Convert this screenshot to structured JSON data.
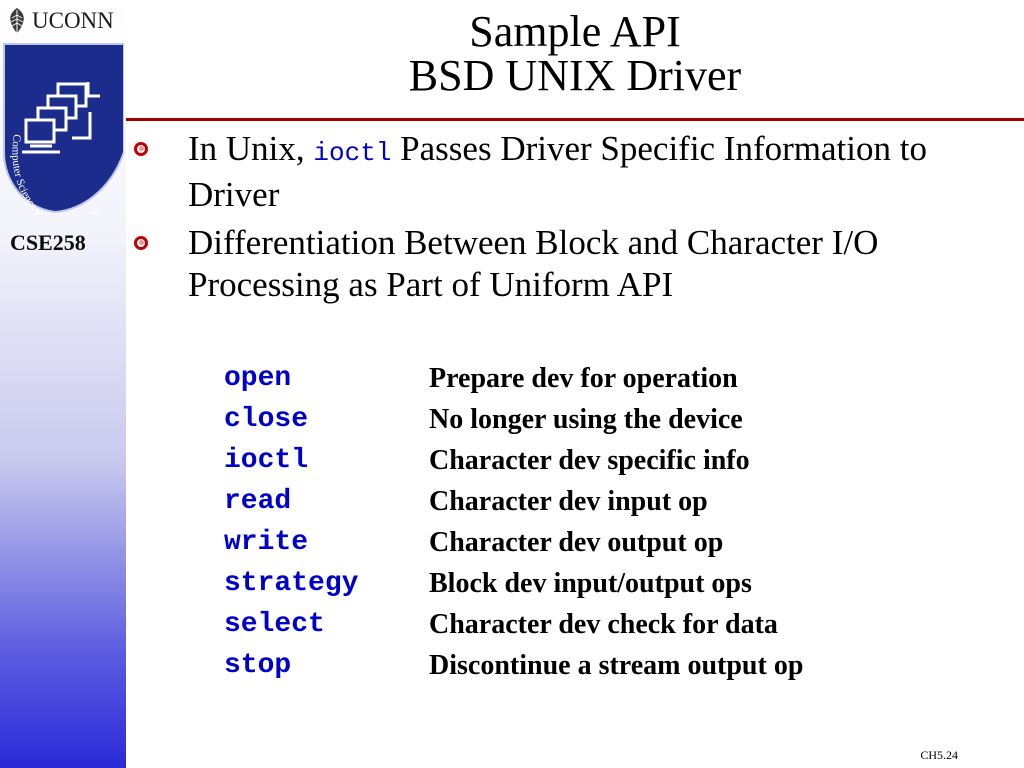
{
  "logo": {
    "text": "UCONN"
  },
  "seal": {
    "text": "Computer Science and Engineering"
  },
  "course": "CSE258",
  "title": {
    "line1": "Sample API",
    "line2": "BSD UNIX Driver"
  },
  "bullets": [
    {
      "pre": "In Unix, ",
      "code": "ioctl",
      "post": " Passes Driver Specific Information to Driver"
    },
    {
      "text": "Differentiation Between Block and Character I/O Processing as Part of Uniform API"
    }
  ],
  "api": [
    {
      "name": "open",
      "desc": "Prepare dev for operation"
    },
    {
      "name": "close",
      "desc": "No longer using the device"
    },
    {
      "name": "ioctl",
      "desc": "Character dev specific info"
    },
    {
      "name": "read",
      "desc": "Character dev input op"
    },
    {
      "name": "write",
      "desc": "Character dev output op"
    },
    {
      "name": "strategy",
      "desc": "Block dev input/output ops"
    },
    {
      "name": "select",
      "desc": "Character dev check for data"
    },
    {
      "name": "stop",
      "desc": "Discontinue a stream output op"
    }
  ],
  "footer": "CH5.24",
  "colors": {
    "accent_rule": "#a00000",
    "code": "#0000cc",
    "bullet": "#c00000",
    "seal_blue": "#1c2c8c"
  }
}
